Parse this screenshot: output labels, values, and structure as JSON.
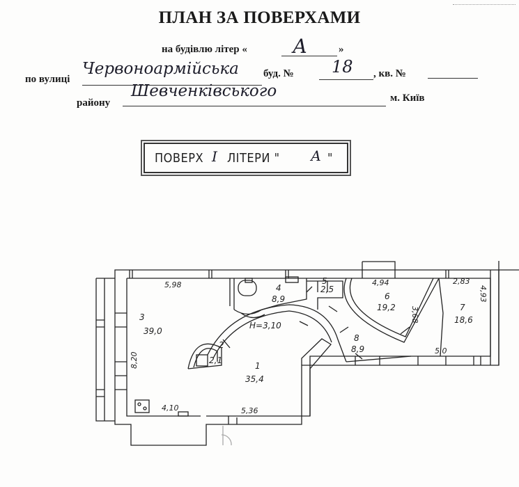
{
  "header": {
    "title": "ПЛАН ЗА ПОВЕРХАМИ",
    "building_prefix": "на будівлю літер «",
    "building_suffix": "»",
    "building_letter": "А",
    "street_label": "по вулиці",
    "street_value": "Червоноармійська",
    "house_label": "буд. №",
    "house_value": "18",
    "apt_label": ", кв. №",
    "district_label": "району",
    "district_value": "Шевченківського",
    "city": "м. Київ"
  },
  "stamp": {
    "prefix": "ПОВЕРХ",
    "floor_value": "I",
    "middle": "ЛІТЕРИ \"",
    "letter_value": "А",
    "suffix": "\""
  },
  "plan": {
    "height_label": "Н=3,10",
    "rooms": [
      {
        "num": "1",
        "area": "35,4"
      },
      {
        "num": "2",
        "area": "2,1"
      },
      {
        "num": "3",
        "area": "39,0"
      },
      {
        "num": "4",
        "area": "8,9"
      },
      {
        "num": "5",
        "area": "2,5"
      },
      {
        "num": "6",
        "area": "19,2"
      },
      {
        "num": "7",
        "area": "18,6"
      },
      {
        "num": "8",
        "area": "8,9"
      }
    ],
    "dimensions": [
      "5,98",
      "4,94",
      "2,83",
      "4,93",
      "8,20",
      "3,68",
      "5,0",
      "4,10",
      "5,36"
    ]
  }
}
